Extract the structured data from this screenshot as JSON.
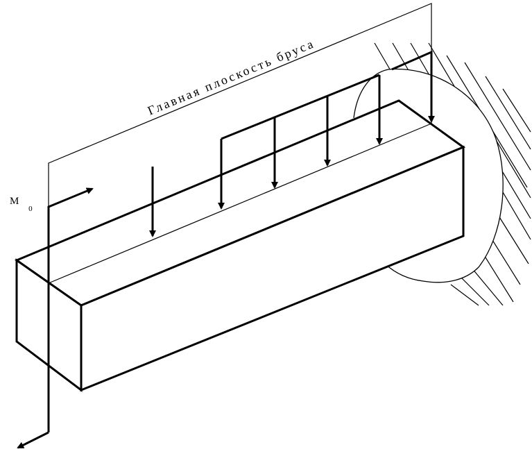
{
  "diagram": {
    "plane_label": "Главная плоскость бруса",
    "moment_label": "M",
    "moment_subscript": "0",
    "colors": {
      "ink": "#000000",
      "background": "#ffffff"
    }
  }
}
